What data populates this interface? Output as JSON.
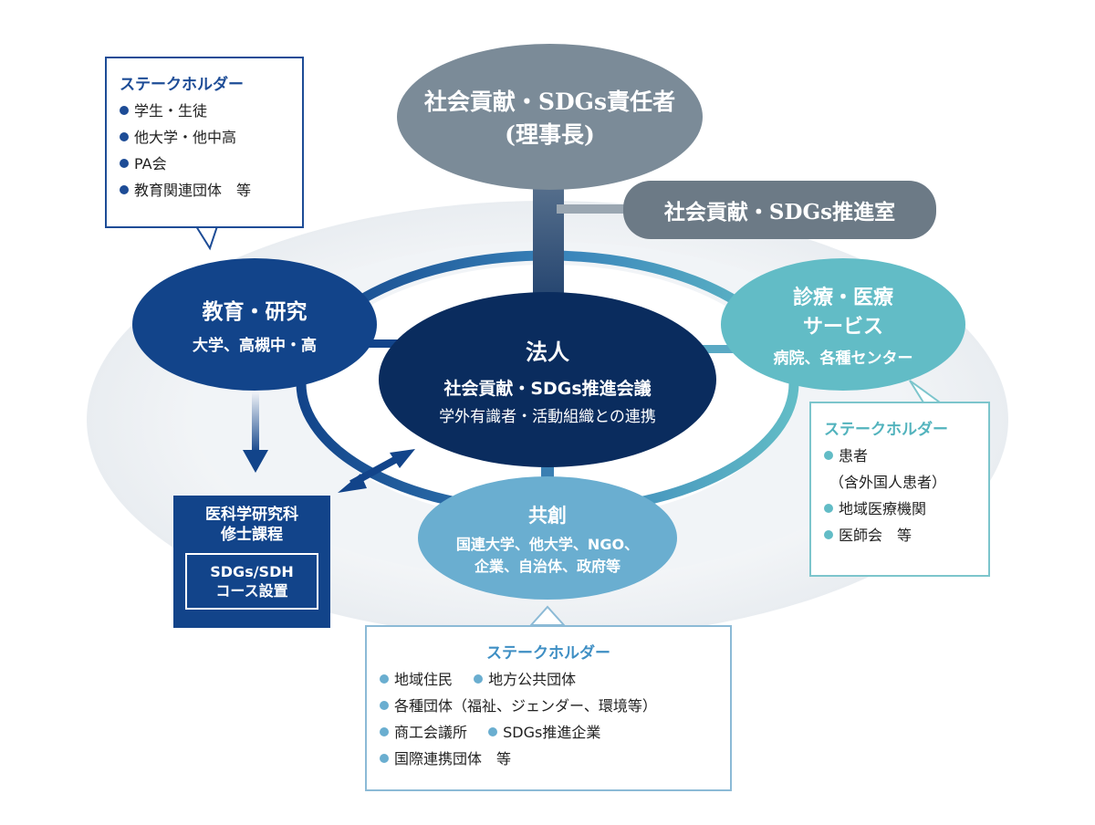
{
  "colors": {
    "dark_navy": "#0a2c5e",
    "navy": "#12448a",
    "gray": "#7b8b98",
    "gray_dark": "#6c7a86",
    "teal": "#62bcc6",
    "light_blue": "#6aaed0",
    "sh_blue": "#1d4c96",
    "sh_teal_border": "#7cc5cc",
    "sh_light_border": "#8cbad6"
  },
  "top": {
    "responsible": [
      "社会貢献・SDGs責任者",
      "(理事長)"
    ],
    "office": "社会貢献・SDGs推進室"
  },
  "center": {
    "title": "法人",
    "subtitle": "社会貢献・SDGs推進会議",
    "note": "学外有識者・活動組織との連携"
  },
  "education": {
    "title": "教育・研究",
    "sub": "大学、高槻中・高"
  },
  "medical": {
    "title": [
      "診療・医療",
      "サービス"
    ],
    "sub": "病院、各種センター"
  },
  "cocreation": {
    "title": "共創",
    "sub": [
      "国連大学、他大学、NGO、",
      "企業、自治体、政府等"
    ]
  },
  "course": {
    "title": [
      "医科学研究科",
      "修士課程"
    ],
    "inner": [
      "SDGs/SDH",
      "コース設置"
    ]
  },
  "stakeholders_edu": {
    "title": "ステークホルダー",
    "items": [
      "学生・生徒",
      "他大学・他中高",
      "PA会",
      "教育関連団体　等"
    ]
  },
  "stakeholders_med": {
    "title": "ステークホルダー",
    "items": [
      "患者",
      "（含外国人患者）",
      "地域医療機関",
      "医師会　等"
    ]
  },
  "stakeholders_co": {
    "title": "ステークホルダー",
    "rows": [
      [
        "地域住民",
        "地方公共団体"
      ],
      [
        "各種団体（福祉、ジェンダー、環境等）"
      ],
      [
        "商工会議所",
        "SDGs推進企業"
      ],
      [
        "国際連携団体　等"
      ]
    ]
  }
}
